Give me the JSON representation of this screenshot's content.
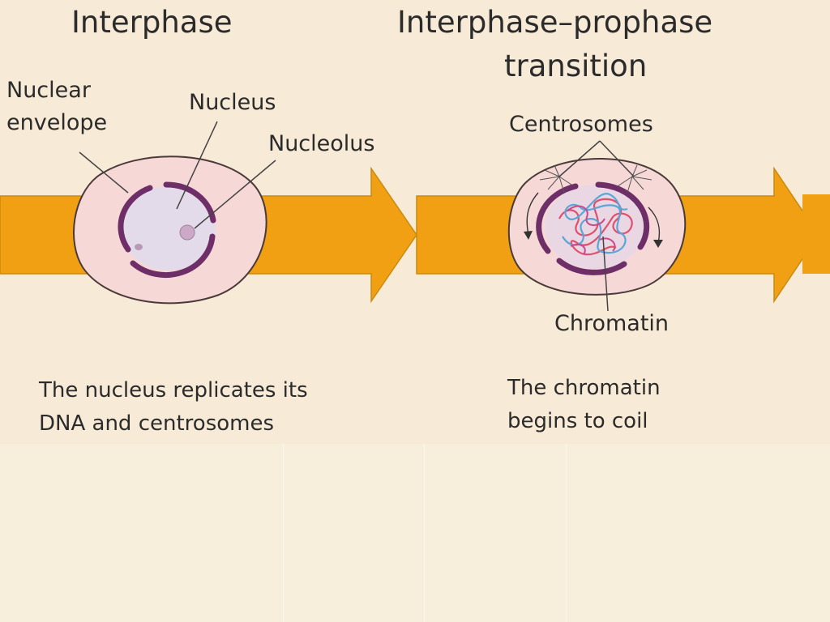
{
  "headings": {
    "interphase": "Interphase",
    "transition_line1": "Interphase–prophase",
    "transition_line2": "transition"
  },
  "labels": {
    "nuclear_envelope_line1": "Nuclear",
    "nuclear_envelope_line2": "envelope",
    "nucleus": "Nucleus",
    "nucleolus": "Nucleolus",
    "centrosomes": "Centrosomes",
    "chromatin": "Chromatin"
  },
  "captions": {
    "interphase_line1": "The nucleus replicates its",
    "interphase_line2": "DNA and centrosomes",
    "transition_line1": "The chromatin",
    "transition_line2": "begins to coil"
  },
  "colors": {
    "arrow": "#f0a012",
    "arrow_edge": "#c98a10",
    "cell_fill": "#f6d8d6",
    "cell_edge": "#4a3a3a",
    "nucleus_fill": "#e4dbea",
    "envelope": "#6e2f68",
    "chromatin_red": "#e0506a",
    "chromatin_blue": "#5aa6d8"
  }
}
